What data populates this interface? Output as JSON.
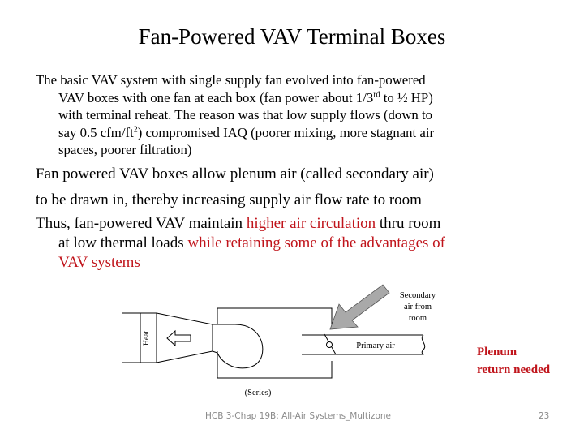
{
  "slide": {
    "title": "Fan-Powered VAV Terminal Boxes",
    "paragraph1": {
      "line1": "The basic VAV system with single supply fan evolved into fan-powered",
      "line2_pre": "VAV boxes with one fan at each box (fan power about 1/3",
      "line2_sup": "rd",
      "line2_post": " to ½ HP)",
      "line3": "with terminal reheat. The reason was that low supply flows (down to",
      "line4_pre": "say 0.5 cfm/ft",
      "line4_sup": "2",
      "line4_post": ") compromised IAQ (poorer mixing, more stagnant air",
      "line5": "spaces, poorer filtration)"
    },
    "paragraph2": "Fan powered VAV boxes allow plenum air (called secondary air)",
    "paragraph3": "to be drawn in, thereby increasing supply air flow rate to room",
    "paragraph4": {
      "seg1": "Thus, fan-powered VAV maintain ",
      "seg2_red": "higher air circulation",
      "seg3": " thru room",
      "seg4": "at low thermal loads ",
      "seg5_red": "while retaining some of the advantages of",
      "seg6_red": "VAV systems"
    },
    "diagram": {
      "heat_label": "Heat",
      "secondary_label_1": "Secondary",
      "secondary_label_2": "air from",
      "secondary_label_3": "room",
      "primary_label": "Primary air",
      "caption": "(Series)"
    },
    "note": {
      "line1": "Plenum",
      "line2": "return needed"
    },
    "colors": {
      "accent_red": "#c0141b",
      "footer_gray": "#8a8a8a",
      "arrow_gray": "#a9a9a9"
    }
  },
  "footer": {
    "left_text": "HCB 3-Chap 19B: All-Air Systems_Multizone",
    "page_number": "23"
  }
}
